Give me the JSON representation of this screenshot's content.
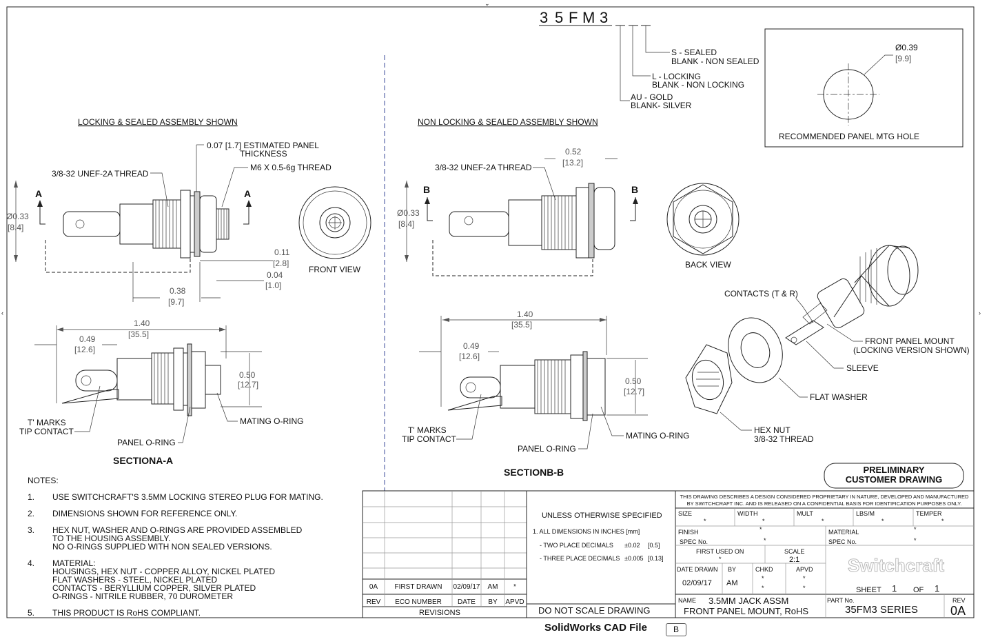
{
  "part_code": {
    "chars": [
      "3",
      "5",
      "F",
      "M",
      "3"
    ]
  },
  "options": {
    "sealed": "S - SEALED",
    "non_sealed": "BLANK - NON SEALED",
    "locking": "L - LOCKING",
    "non_locking": "BLANK - NON LOCKING",
    "gold": "AU - GOLD",
    "silver": "BLANK- SILVER"
  },
  "mtg_hole": {
    "dia": "Ø0.39",
    "dia_mm": "[9.9]",
    "caption": "RECOMMENDED PANEL MTG HOLE"
  },
  "left_view": {
    "caption": "LOCKING & SEALED ASSEMBLY SHOWN",
    "panel_thickness": "0.07 [1.7] ESTIMATED PANEL",
    "panel_thickness2": "THICKNESS",
    "m6_thread": "M6 X 0.5-6g THREAD",
    "thread": "3/8-32 UNEF-2A THREAD",
    "section_mark": "A",
    "dia": "Ø0.33",
    "dia_mm": "[8.4]",
    "d011": "0.11",
    "d011mm": "[2.8]",
    "d004": "0.04",
    "d004mm": "[1.0]",
    "d038": "0.38",
    "d038mm": "[9.7]",
    "front_view": "FRONT VIEW"
  },
  "section_a": {
    "d140": "1.40",
    "d140mm": "[35.5]",
    "d049": "0.49",
    "d049mm": "[12.6]",
    "d050": "0.50",
    "d050mm": "[12.7]",
    "t_marks": "T' MARKS",
    "tip_contact": "TIP CONTACT",
    "panel_oring": "PANEL O-RING",
    "mating_oring": "MATING O-RING",
    "title": "SECTIONA-A"
  },
  "right_view": {
    "caption": "NON LOCKING & SEALED ASSEMBLY SHOWN",
    "thread": "3/8-32 UNEF-2A THREAD",
    "d052": "0.52",
    "d052mm": "[13.2]",
    "section_mark": "B",
    "dia": "Ø0.33",
    "dia_mm": "[8.4]",
    "back_view": "BACK VIEW"
  },
  "section_b": {
    "d140": "1.40",
    "d140mm": "[35.5]",
    "d049": "0.49",
    "d049mm": "[12.6]",
    "d050": "0.50",
    "d050mm": "[12.7]",
    "t_marks": "T' MARKS",
    "tip_contact": "TIP CONTACT",
    "panel_oring": "PANEL O-RING",
    "mating_oring": "MATING O-RING",
    "title": "SECTIONB-B"
  },
  "exploded": {
    "contacts": "CONTACTS (T & R)",
    "front_panel": "FRONT PANEL MOUNT",
    "front_panel2": "(LOCKING VERSION SHOWN)",
    "sleeve": "SLEEVE",
    "flat_washer": "FLAT WASHER",
    "hex_nut": "HEX NUT",
    "hex_nut2": "3/8-32 THREAD"
  },
  "notes": {
    "header": "NOTES:",
    "items": [
      {
        "num": "1.",
        "lines": [
          "USE SWITCHCRAFT'S 3.5MM LOCKING STEREO PLUG FOR MATING."
        ]
      },
      {
        "num": "2.",
        "lines": [
          "DIMENSIONS SHOWN FOR REFERENCE ONLY."
        ]
      },
      {
        "num": "3.",
        "lines": [
          "HEX NUT, WASHER AND O-RINGS ARE PROVIDED ASSEMBLED",
          "TO THE HOUSING ASSEMBLY.",
          "NO O-RINGS SUPPLIED WITH NON SEALED VERSIONS."
        ]
      },
      {
        "num": "4.",
        "lines": [
          "MATERIAL:",
          "HOUSINGS, HEX NUT - COPPER ALLOY, NICKEL PLATED",
          "FLAT WASHERS - STEEL, NICKEL PLATED",
          "CONTACTS - BERYLLIUM COPPER, SILVER PLATED",
          "O-RINGS - NITRILE RUBBER, 70 DUROMETER"
        ]
      },
      {
        "num": "5.",
        "lines": [
          "THIS PRODUCT IS RoHS COMPLIANT."
        ]
      }
    ]
  },
  "stamp": {
    "line1": "PRELIMINARY",
    "line2": "CUSTOMER DRAWING"
  },
  "revisions": {
    "row": {
      "rev": "0A",
      "eco": "FIRST DRAWN",
      "date": "02/09/17",
      "by": "AM",
      "apvd": "*"
    },
    "headers": {
      "rev": "REV",
      "eco": "ECO NUMBER",
      "date": "DATE",
      "by": "BY",
      "apvd": "APVD"
    },
    "title": "REVISIONS"
  },
  "tolerances": {
    "header": "UNLESS OTHERWISE SPECIFIED",
    "line1": "1. ALL DIMENSIONS IN INCHES  [mm]",
    "line2a": "- TWO PLACE DECIMALS",
    "line2b": "±0.02",
    "line2c": "[0.5]",
    "line3a": "- THREE PLACE DECIMALS",
    "line3b": "±0.005",
    "line3c": "[0.13]",
    "no_scale": "DO NOT SCALE DRAWING"
  },
  "title_block": {
    "proprietary1": "THIS DRAWING DESCRIBES A DESIGN CONSIDERED PROPRIETARY IN NATURE, DEVELOPED AND MANUFACTURED",
    "proprietary2": "BY SWITCHCRAFT INC. AND IS RELEASED ON A CONFIDENTIAL BASIS FOR IDENTIFICATION PURPOSES ONLY.",
    "size": "SIZE",
    "width": "WIDTH",
    "mult": "MULT",
    "lbs": "LBS/M",
    "temper": "TEMPER",
    "finish": "FINISH",
    "spec": "SPEC No.",
    "material": "MATERIAL",
    "spec2": "SPEC No.",
    "first_used": "FIRST USED ON",
    "scale": "SCALE",
    "scale_val": "2:1",
    "date_drawn": "DATE DRAWN",
    "by": "BY",
    "chkd": "CHKD",
    "apvd": "APVD",
    "date_val": "02/09/17",
    "by_val": "AM",
    "star": "*",
    "logo": "Switchcraft",
    "sheet": "SHEET",
    "sheet_num": "1",
    "of": "OF",
    "sheet_total": "1",
    "name_label": "NAME",
    "name1": "3.5MM JACK ASSM",
    "name2": "FRONT PANEL MOUNT, RoHS",
    "part_label": "PART No.",
    "part": "35FM3 SERIES",
    "rev_label": "REV",
    "rev": "0A"
  },
  "footer": {
    "cad": "SolidWorks CAD File",
    "badge": "B"
  }
}
